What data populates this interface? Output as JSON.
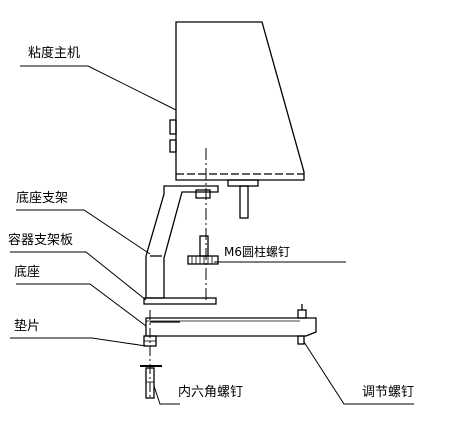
{
  "labels": {
    "viscometer_main_unit": "粘度主机",
    "base_bracket": "底座支架",
    "container_bracket_plate": "容器支架板",
    "base": "底座",
    "shim": "垫片",
    "m6_cylinder_screw": "M6圆柱螺钉",
    "hex_socket_screw": "内六角螺钉",
    "adjusting_screw": "调节螺钉"
  },
  "colors": {
    "line": "#000000",
    "background": "#ffffff"
  }
}
